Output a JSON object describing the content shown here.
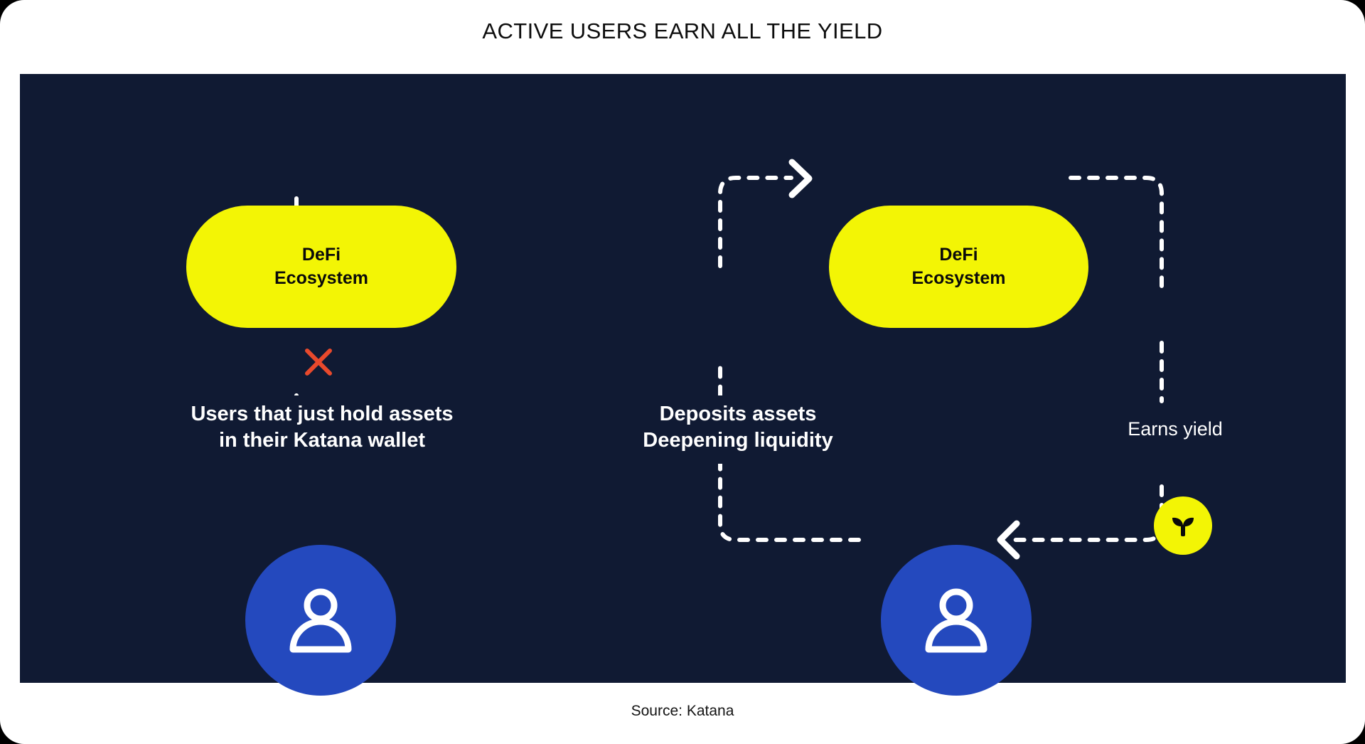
{
  "page": {
    "title": "ACTIVE USERS EARN ALL THE YIELD",
    "source": "Source: Katana"
  },
  "theme": {
    "card_background": "#ffffff",
    "panel_background": "#101a33",
    "accent_yellow": "#f3f505",
    "accent_blue": "#2449be",
    "marker_red": "#e8492c",
    "text_light": "#ffffff",
    "text_dark": "#0a0a0a"
  },
  "diagram": {
    "left_flow": {
      "node": {
        "line1": "DeFi",
        "line2": "Ecosystem"
      },
      "marker": "x-mark",
      "caption": {
        "line1": "Users that just hold assets",
        "line2": "in their Katana wallet"
      },
      "actor": "user-avatar"
    },
    "right_flow": {
      "node": {
        "line1": "DeFi",
        "line2": "Ecosystem"
      },
      "deposit_caption": {
        "line1": "Deposits assets",
        "line2": "Deepening liquidity"
      },
      "yield_caption": "Earns yield",
      "yield_badge": "sprout-icon",
      "actor": "user-avatar"
    }
  }
}
